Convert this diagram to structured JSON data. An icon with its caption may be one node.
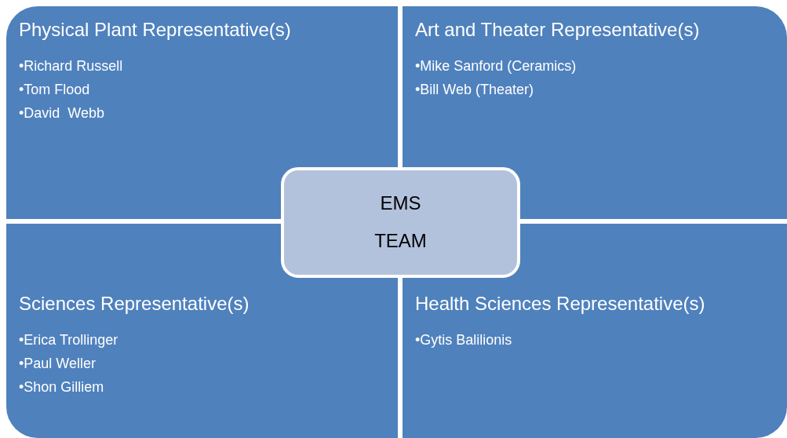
{
  "diagram": {
    "nodes": [
      {
        "text": [
          "Physical Plant Representative(s)",
          "•Richard Russell",
          "•Tom Flood",
          "•David  Webb"
        ]
      },
      {
        "text": [
          "Art and Theater Representative(s)",
          "•Mike Sanford (Ceramics)",
          "•Bill Web (Theater)"
        ]
      },
      {
        "text": [
          "Sciences Representative(s)",
          "•Erica Trollinger",
          "•Paul Weller",
          "•Shon Gilliem"
        ]
      },
      {
        "text": [
          "Health Sciences Representative(s)",
          "•Gytis Balilionis"
        ]
      },
      {
        "text": [
          "EMS",
          "TEAM"
        ]
      }
    ]
  }
}
